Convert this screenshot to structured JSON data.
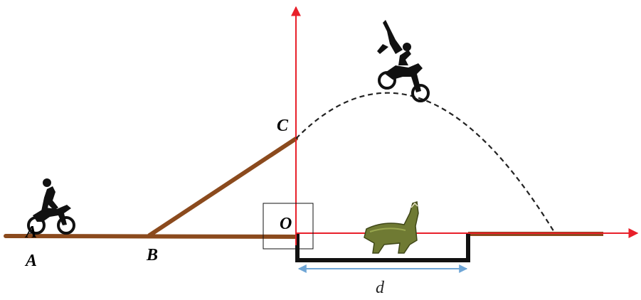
{
  "labels": {
    "a_on_bike": "A",
    "a": "A",
    "b": "B",
    "c": "C",
    "o": "O",
    "d": "d"
  },
  "icons": {
    "rider_start": "motorcycle-rider-icon",
    "rider_jump": "stunt-rider-icon",
    "crocodile": "crocodile-icon"
  },
  "colors": {
    "ground": "#8b4a1d",
    "axis": "#e8202a",
    "trajectory": "#222222",
    "pit": "#111111",
    "distance_arrow": "#6fa6d6"
  }
}
